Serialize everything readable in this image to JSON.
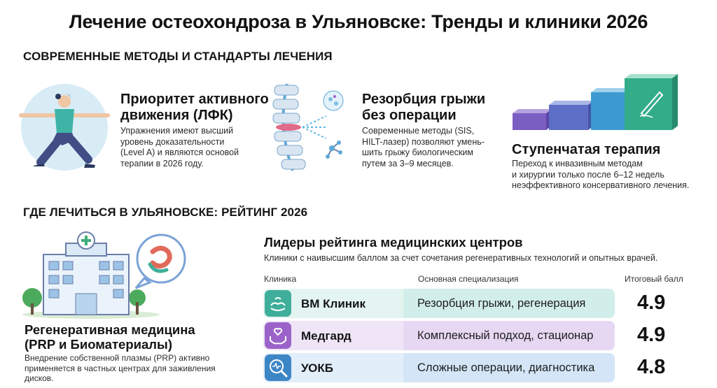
{
  "title": "Лечение остеохондроза в Ульяновске: Тренды и клиники 2026",
  "methods_section": {
    "heading": "СОВРЕМЕННЫЕ МЕТОДЫ И СТАНДАРТЫ ЛЕЧЕНИЯ",
    "items": [
      {
        "title_line1": "Приоритет активного",
        "title_line2": "движения (ЛФК)",
        "desc": [
          "Упражнения имеют высший",
          "уровень доказательности",
          "(Level A) и являются основой",
          "терапии в 2026 году."
        ],
        "icon": "exercise-woman-illustration"
      },
      {
        "title_line1": "Резорбция грыжи",
        "title_line2": "без операции",
        "desc": [
          "Современные методы (SIS,",
          "HILT-лазер) позволяют умень-",
          "шить грыжу биологическим",
          "путем за 3–9 месяцев."
        ],
        "icon": "spine-laser-illustration"
      },
      {
        "title_line1": "Ступенчатая терапия",
        "desc": [
          "Переход к инвазивным методам",
          "и хирургии только после 6–12 недель",
          "неэффективного консервативного лечения."
        ],
        "icon": "stair-steps-illustration"
      }
    ]
  },
  "where_section": {
    "heading": "ГДЕ ЛЕЧИТЬСЯ В УЛЬЯНОВСКЕ: РЕЙТИНГ 2026",
    "regen": {
      "title_line1": "Регенеративная медицина",
      "title_line2": "(PRP и Биоматериалы)",
      "desc": [
        "Внедрение собственной плазмы (PRP) активно",
        "применяется в частных центрах для заживления",
        "дисков."
      ],
      "icon": "hospital-illustration"
    },
    "leaders": {
      "heading": "Лидеры рейтинга медицинских центров",
      "subtitle": "Клиники с наивысшим баллом за счет сочетания регенеративных технологий и опытных врачей.",
      "columns": [
        "Клиника",
        "Основная специализация",
        "Итоговый балл"
      ],
      "rows": [
        {
          "clinic": "ВМ Клиник",
          "spec": "Резорбция грыжи, регенерация",
          "score": "4.9",
          "icon": "hands-care-icon",
          "color": "#3fae9a",
          "bg": "#e3f4f1",
          "bg2": "#d2eeea"
        },
        {
          "clinic": "Медгард",
          "spec": "Комплексный подход, стационар",
          "score": "4.9",
          "icon": "heart-hands-icon",
          "color": "#9b63c9",
          "bg": "#efe5f7",
          "bg2": "#e6d8f3"
        },
        {
          "clinic": "УОКБ",
          "spec": "Сложные операции, диагностика",
          "score": "4.8",
          "icon": "diagnostics-icon",
          "color": "#3d86c6",
          "bg": "#e2eef9",
          "bg2": "#d3e5f6"
        }
      ]
    }
  }
}
